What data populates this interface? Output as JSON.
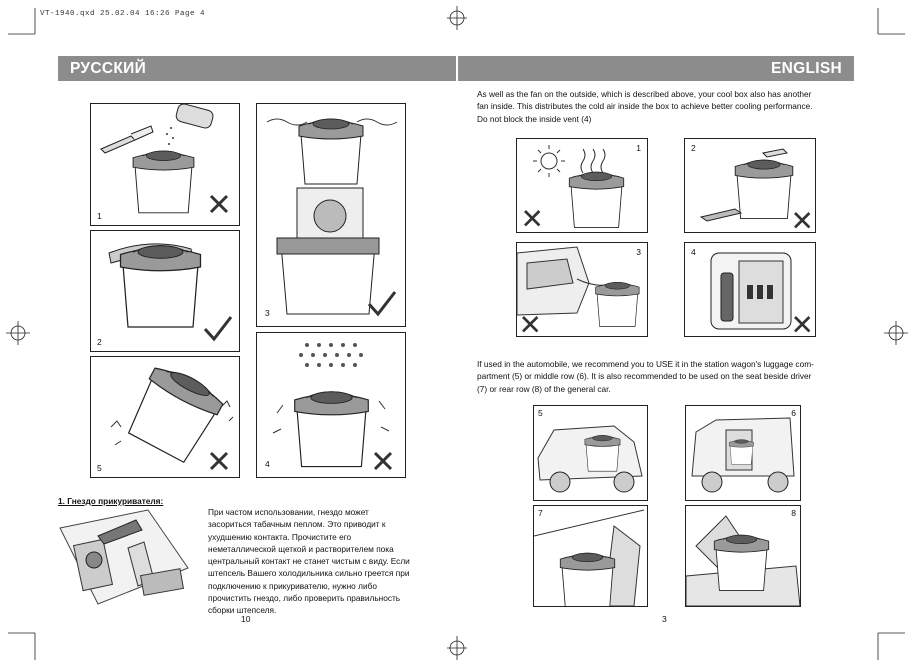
{
  "print_header": "VT-1940.qxd   25.02.04   16:26   Page 4",
  "left_header": "РУССКИЙ",
  "right_header": "ENGLISH",
  "english_intro": [
    "As well as the fan on the outside, which is described above, your cool box also has another",
    "fan inside. This distributes the cold air inside the box to achieve better cooling performance.",
    "Do not block the inside vent (4)"
  ],
  "english_auto": [
    "If used in the automobile, we recommend you to USE it in the station wagon's luggage com-",
    "partment (5) or middle row (6). It is also recommended to be used on the seat beside driver",
    "(7) or rear row (8) of the general car."
  ],
  "russian_section_title": "1. Гнездо прикуривателя:",
  "russian_text": [
    "При частом использовании, гнездо может",
    "засориться табачным пеплом. Это приводит к",
    "ухудшению контакта. Прочистите его",
    "неметаллической щеткой и растворителем пока",
    "центральный контакт не станет чистым с виду. Если",
    "штепсель Вашего холодильника сильно греется при",
    "подключению к прикуривателю, нужно либо",
    "прочистить гнездо, либо проверить правильность",
    "сборки штепселя."
  ],
  "left_figures": {
    "f1": "1",
    "f2": "2",
    "f3": "3",
    "f4": "4",
    "f5": "5"
  },
  "right_figures": {
    "f1": "1",
    "f2": "2",
    "f3": "3",
    "f4": "4",
    "f5": "5",
    "f6": "6",
    "f7": "7",
    "f8": "8"
  },
  "page_left": "10",
  "page_right": "3"
}
